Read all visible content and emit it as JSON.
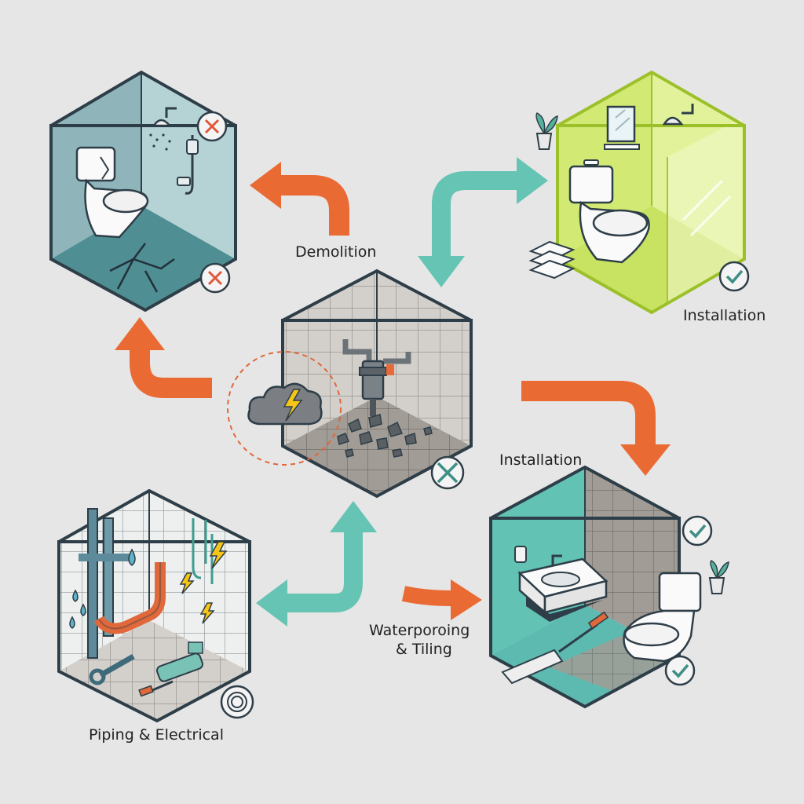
{
  "labels": {
    "demolition": "Demolition",
    "installation_top": "Installation",
    "installation_mid": "Installation",
    "waterproofing_line1": "Waterporoing",
    "waterproofing_line2": "& Tiling",
    "piping": "Piping & Electrical"
  },
  "colors": {
    "background": "#e6e6e6",
    "orange_arrow": "#ea6a34",
    "teal_arrow": "#66c4b4",
    "outline": "#2e3e48",
    "lime_room": "#d6ec7c",
    "teal_room": "#64c4b7",
    "blue_room": "#a8cbd0",
    "tile": "#c9c5c0"
  },
  "icons": [
    "cross-icon",
    "check-icon",
    "wrench-screwdriver-icon",
    "lightning-icon",
    "water-drop-icon",
    "wire-coil-icon",
    "plant-icon",
    "towel-icon",
    "mirror-icon",
    "shower-head-icon"
  ]
}
